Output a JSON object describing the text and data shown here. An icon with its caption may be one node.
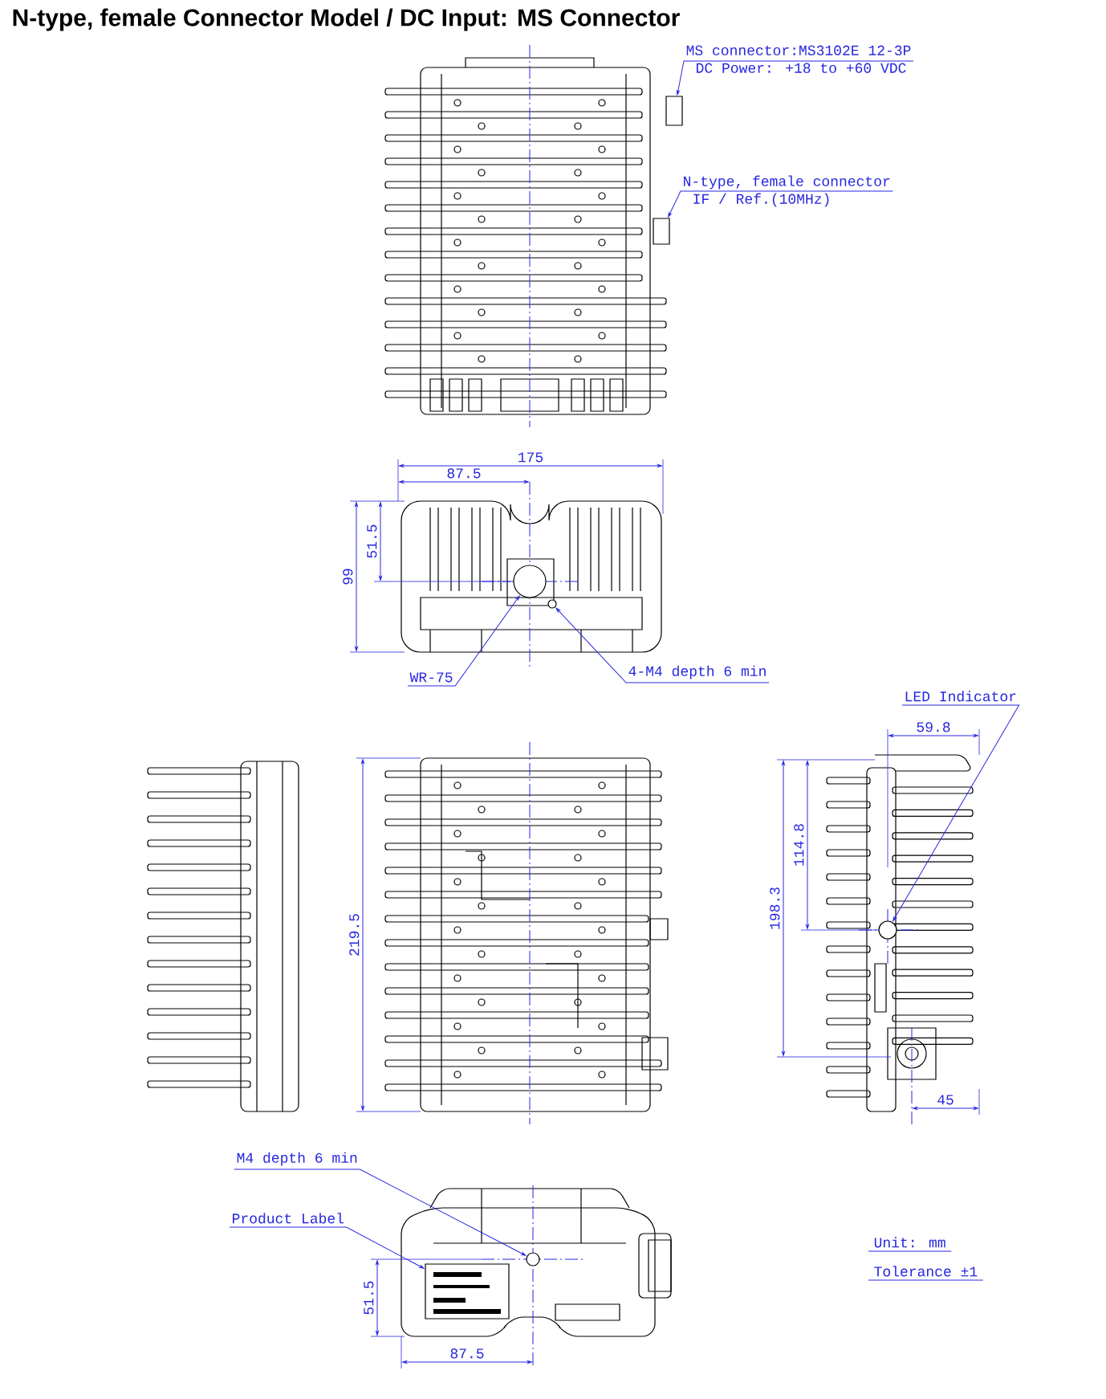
{
  "diagram": {
    "title": "N-type, female Connector Model / DC Input: MS Connector",
    "nodes": [
      {
        "text": [
          "MS connector:MS3102E 12-3P",
          "DC Power: +18 to +60 VDC"
        ]
      },
      {
        "text": [],
        "shape": "box"
      },
      {
        "text": [
          "N-type, female connector",
          "IF / Ref.(10MHz)"
        ]
      },
      {
        "text": [],
        "shape": "box"
      },
      {
        "text": [
          "WR-75"
        ]
      },
      {
        "text": [],
        "shape": "circle"
      },
      {
        "text": [
          "4-M4 depth 6 min"
        ]
      },
      {
        "text": [],
        "shape": "circle"
      },
      {
        "text": [
          "LED Indicator"
        ]
      },
      {
        "text": [],
        "shape": "circle"
      },
      {
        "text": [
          "M4 depth 6 min"
        ]
      },
      {
        "text": [],
        "shape": "circle"
      },
      {
        "text": [
          "Product Label"
        ]
      },
      {
        "text": [],
        "shape": "box"
      }
    ],
    "edges": [
      {
        "from": 0,
        "to": 1,
        "arrow": "to"
      },
      {
        "from": 2,
        "to": 3,
        "arrow": "to"
      },
      {
        "from": 4,
        "to": 5,
        "arrow": "to"
      },
      {
        "from": 6,
        "to": 7,
        "arrow": "to"
      },
      {
        "from": 8,
        "to": 9,
        "arrow": "to"
      },
      {
        "from": 10,
        "to": 11,
        "arrow": "to"
      },
      {
        "from": 12,
        "to": 13,
        "arrow": "to"
      }
    ],
    "labels": [
      "175",
      "87.5",
      "99",
      "51.5",
      "219.5",
      "59.8",
      "114.8",
      "198.3",
      "45",
      "51.5",
      "87.5",
      "Unit: mm",
      "Tolerance ±1"
    ]
  }
}
